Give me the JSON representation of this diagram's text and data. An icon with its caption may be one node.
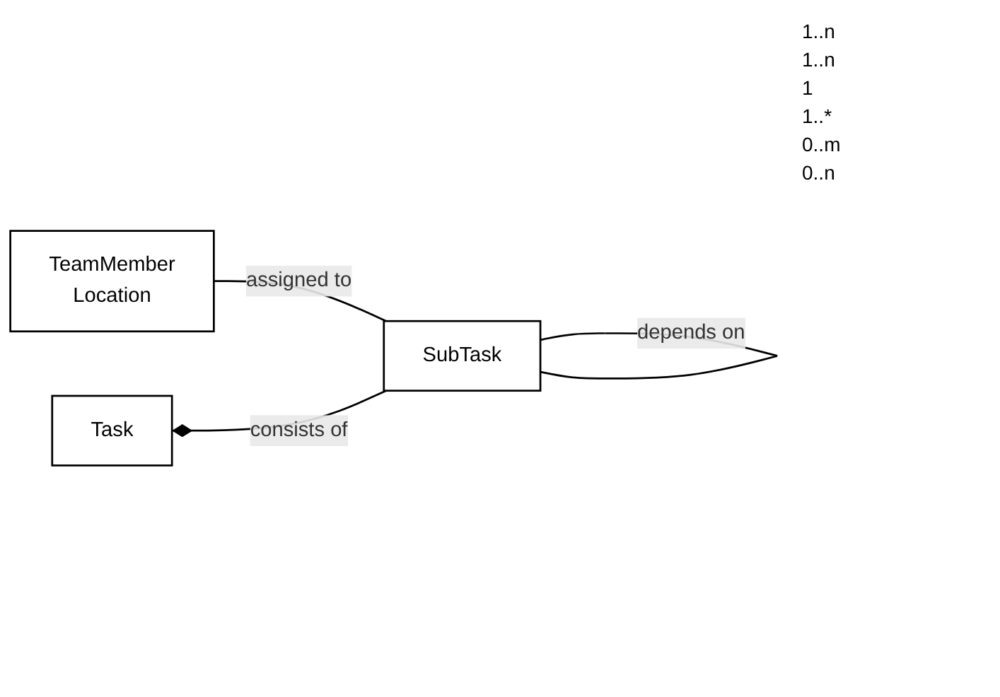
{
  "diagram": {
    "nodes": [
      {
        "text": [
          "TeamMember",
          "Location"
        ]
      },
      {
        "text": [
          "Task"
        ]
      },
      {
        "text": [
          "SubTask"
        ]
      }
    ],
    "edges": [
      {
        "from": 0,
        "to": 2,
        "arrow": "none",
        "label": "assigned to"
      },
      {
        "from": 1,
        "to": 2,
        "arrow": "other",
        "label": "consists of"
      },
      {
        "from": 2,
        "to": 2,
        "arrow": "none",
        "label": "depends on"
      }
    ],
    "labels": [
      "1..n",
      "1..n",
      "1",
      "1..*",
      "0..m",
      "0..n"
    ]
  }
}
